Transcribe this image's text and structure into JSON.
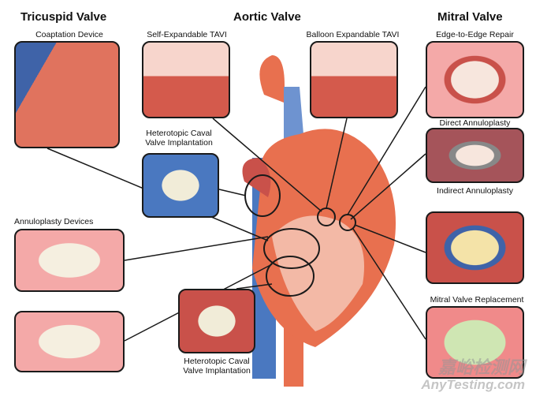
{
  "headings": {
    "tricuspid": "Tricuspid Valve",
    "aortic": "Aortic Valve",
    "mitral": "Mitral Valve"
  },
  "labels": {
    "coaptation": "Coaptation Device",
    "self_tavi": "Self-Expandable TAVI",
    "balloon_tavi": "Balloon Expandable TAVI",
    "heterotopic_top": "Heterotopic Caval Valve Implantation",
    "annuloplasty_devices": "Annuloplasty Devices",
    "heterotopic_bottom": "Heterotopic Caval Valve Implantation",
    "edge_to_edge": "Edge-to-Edge Repair",
    "direct_annuloplasty": "Direct Annuloplasty",
    "indirect_annuloplasty": "Indirect Annuloplasty",
    "mitral_replacement": "Mitral Valve Replacement"
  },
  "watermark": {
    "cn": "嘉峪检测网",
    "en": "AnyTesting.com"
  },
  "colors": {
    "panel": "#f4a9a8",
    "heart": "#e8704f",
    "vessel": "#4a78c0",
    "border": "#1a1a1a"
  }
}
